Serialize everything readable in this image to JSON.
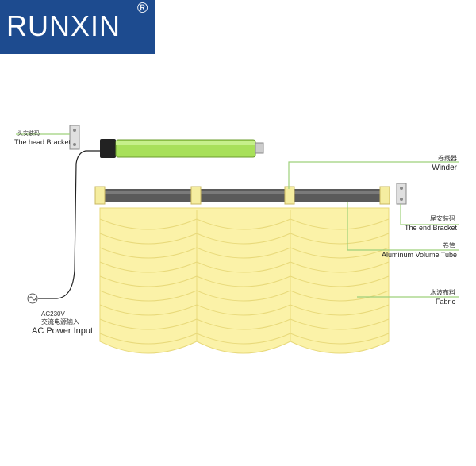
{
  "logo": {
    "brand": "RUNXIN",
    "reg_mark": "®",
    "bg_color": "#1d4b8f"
  },
  "labels": {
    "head_bracket_cn": "头安装码",
    "head_bracket_en": "The head  Bracket",
    "winder_cn": "卷线器",
    "winder_en": "Winder",
    "end_bracket_cn": "尾安装码",
    "end_bracket_en": "The end Bracket",
    "tube_cn": "卷管",
    "tube_en": "Aluminum Volume Tube",
    "fabric_cn": "水波布料",
    "fabric_en": "Fabric",
    "power_v": "AC230V",
    "power_cn": "交流电源输入",
    "power_en": "AC Power Input"
  },
  "colors": {
    "motor": "#a8e05a",
    "tube": "#5a5a5a",
    "fabric": "#fbf2a8",
    "fabric_line": "#e8d97a",
    "leader": "#9ed07a",
    "coupler": "#f5eda0"
  }
}
